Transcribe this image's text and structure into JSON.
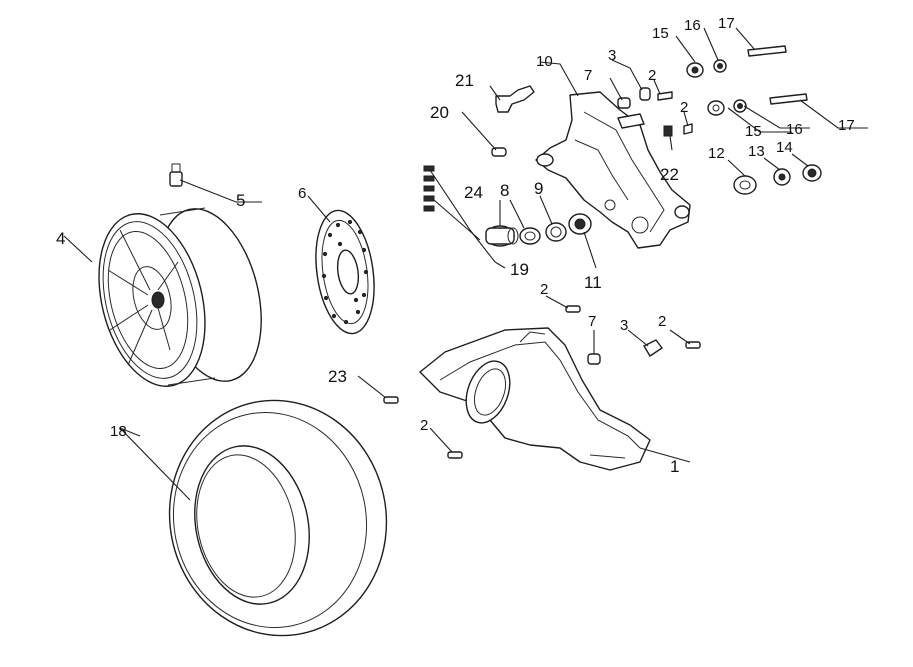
{
  "diagram": {
    "labels": {
      "p1": "1",
      "p2a": "2",
      "p2b": "2",
      "p2c": "2",
      "p2d": "2",
      "p2e": "2",
      "p3a": "3",
      "p3b": "3",
      "p4": "4",
      "p5": "5",
      "p6": "6",
      "p7a": "7",
      "p7b": "7",
      "p8": "8",
      "p9": "9",
      "p10": "10",
      "p11": "11",
      "p12": "12",
      "p13": "13",
      "p14": "14",
      "p15a": "15",
      "p15b": "15",
      "p16a": "16",
      "p16b": "16",
      "p17a": "17",
      "p17b": "17",
      "p18": "18",
      "p19": "19",
      "p20": "20",
      "p21": "21",
      "p22": "22",
      "p23": "23",
      "p24": "24"
    }
  }
}
